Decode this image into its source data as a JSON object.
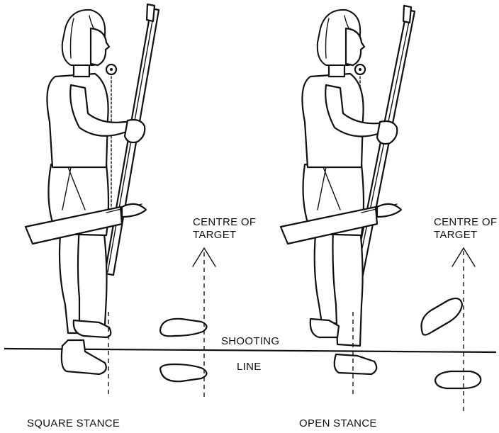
{
  "labels": {
    "centre_target_left": [
      "CENTRE OF",
      "TARGET"
    ],
    "centre_target_right": [
      "CENTRE OF",
      "TARGET"
    ],
    "shooting": "SHOOTING",
    "line": "LINE",
    "square_stance": "SQUARE STANCE",
    "open_stance": "OPEN STANCE"
  },
  "colors": {
    "ink": "#111111",
    "paper": "#ffffff"
  }
}
